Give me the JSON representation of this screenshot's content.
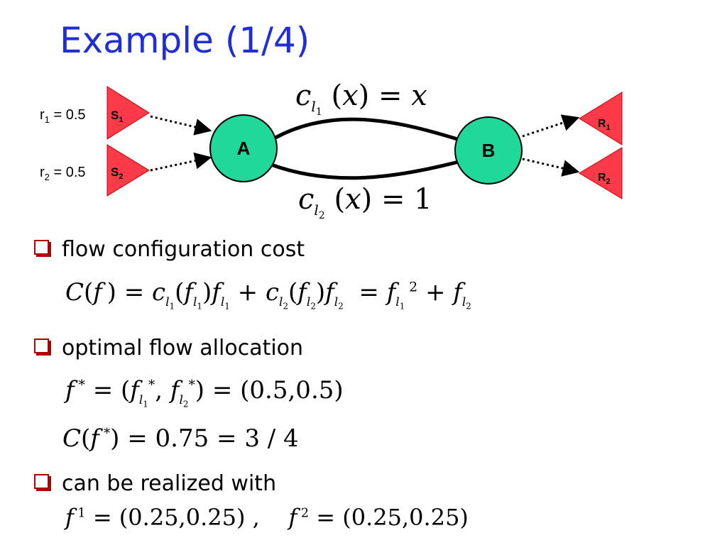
{
  "slide": {
    "title": "Example (1/4)",
    "bullets": [
      "flow configuration cost",
      "optimal flow allocation",
      "can be realized with"
    ]
  },
  "diagram": {
    "node_a": "A",
    "node_b": "B",
    "source_1": "S",
    "source_1_sub": "1",
    "source_2": "S",
    "source_2_sub": "2",
    "sink_1": "R",
    "sink_1_sub": "1",
    "sink_2": "R",
    "sink_2_sub": "2",
    "rate_1": "r",
    "rate_1_sub": "1",
    "rate_1_value": " = 0.5",
    "rate_2": "r",
    "rate_2_sub": "2",
    "rate_2_value": " = 0.5",
    "colors": {
      "node": "#20d89a",
      "terminal": "#ff3b4a"
    }
  },
  "equations": {
    "cost_l1": "c_{l1}(x) = x",
    "cost_l2": "c_{l2}(x) = 1",
    "total_cost": "C(f) = c_{l1}(f_{l1}) f_{l1} + c_{l2}(f_{l2}) f_{l2} = f_{l1}^2 + f_{l2}",
    "optimal_flow": "f* = (f*_{l1}, f*_{l2}) = (0.5,0.5)",
    "optimal_cost": "C(f*) = 0.75 = 3/4",
    "realization": "f^1 = (0.25,0.25) ,   f^2 = (0.25,0.25)"
  }
}
